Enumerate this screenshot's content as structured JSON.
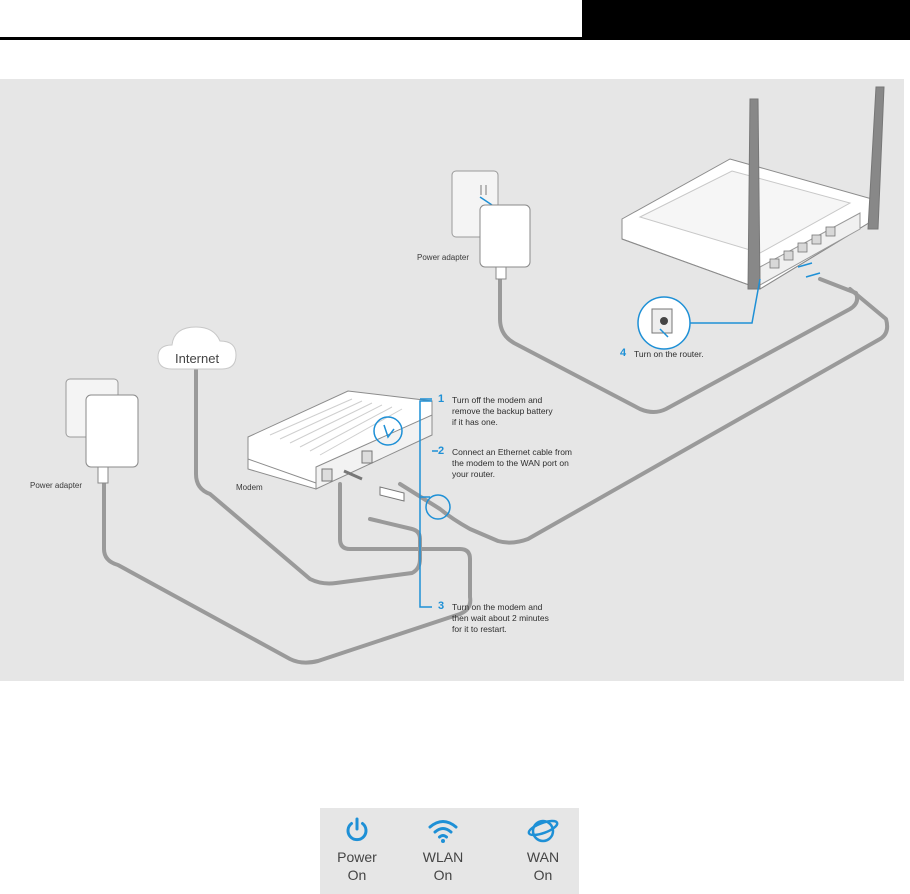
{
  "diagram": {
    "internet_label": "Internet",
    "power_adapter_left": "Power adapter",
    "power_adapter_right": "Power adapter",
    "modem_label": "Modem",
    "steps": [
      {
        "num": "1",
        "lines": [
          "Turn off the modem and",
          "remove the backup battery",
          "if it has one."
        ]
      },
      {
        "num": "2",
        "lines": [
          "Connect an Ethernet cable from",
          "the modem to the WAN port on",
          "your router."
        ]
      },
      {
        "num": "3",
        "lines": [
          "Turn on the modem and",
          "then wait about 2 minutes",
          "for it to restart."
        ]
      },
      {
        "num": "4",
        "lines": [
          "Turn on the router."
        ]
      }
    ],
    "accent_color": "#1e90d6"
  },
  "leds": [
    {
      "name": "Power",
      "state": "On",
      "icon": "power-icon"
    },
    {
      "name": "WLAN",
      "state": "On",
      "icon": "wifi-icon"
    },
    {
      "name": "WAN",
      "state": "On",
      "icon": "globe-icon"
    }
  ]
}
